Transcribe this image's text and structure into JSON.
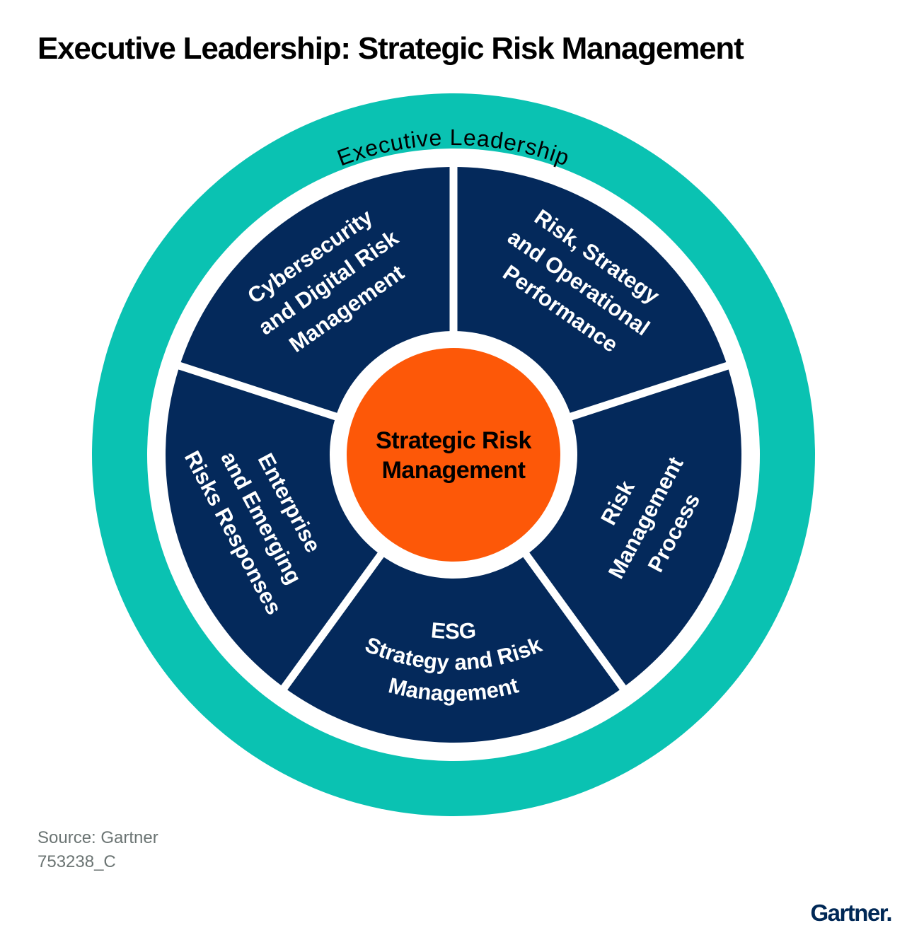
{
  "header": {
    "title": "Executive Leadership: Strategic Risk Management"
  },
  "colors": {
    "teal_ring": "#0AC2B2",
    "navy_segment": "#04295B",
    "orange_center": "#FD5808",
    "logo_navy": "#002856",
    "source_gray": "#6B7473",
    "divider_white": "#ffffff"
  },
  "outer_ring": {
    "label": "Executive Leadership"
  },
  "center": {
    "line1": "Strategic Risk",
    "line2": "Management"
  },
  "segments": {
    "cybersecurity": {
      "lines": [
        "Cybersecurity",
        "and Digital Risk",
        "Management"
      ]
    },
    "risk_strategy": {
      "lines": [
        "Risk, Strategy",
        "and Operational",
        "Performance"
      ]
    },
    "risk_process": {
      "lines": [
        "Risk",
        "Management",
        "Process"
      ]
    },
    "esg": {
      "lines": [
        "ESG",
        "Strategy and Risk",
        "Management"
      ]
    },
    "enterprise": {
      "lines": [
        "Enterprise",
        "and Emerging",
        "Risks Responses"
      ]
    }
  },
  "footer": {
    "source": "Source: Gartner",
    "document_id": "753238_C"
  },
  "brand": {
    "logo": "Gartner."
  }
}
